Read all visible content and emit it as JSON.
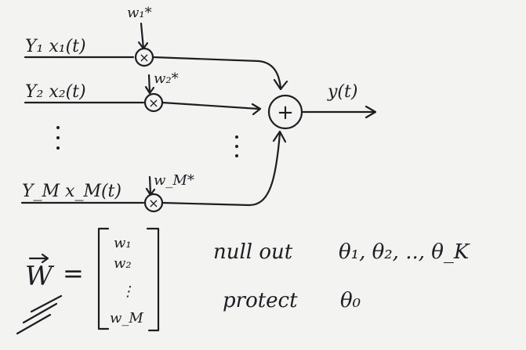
{
  "branches": [
    {
      "label": "Y₁ x₁(t)",
      "weight": "w₁*"
    },
    {
      "label": "Y₂ x₂(t)",
      "weight": "w₂*"
    },
    {
      "label": "Y_M x_M(t)",
      "weight": "w_M*"
    }
  ],
  "multiply_symbol": "×",
  "sum_symbol": "+",
  "output_label": "y(t)",
  "vector": {
    "name": "W",
    "equals": "=",
    "entries": [
      "w₁",
      "w₂",
      "⋮",
      "w_M"
    ]
  },
  "constraints": {
    "null_out": "null out",
    "null_angles": "θ₁, θ₂, .., θ_K",
    "protect": "protect",
    "protect_angle": "θ₀"
  }
}
